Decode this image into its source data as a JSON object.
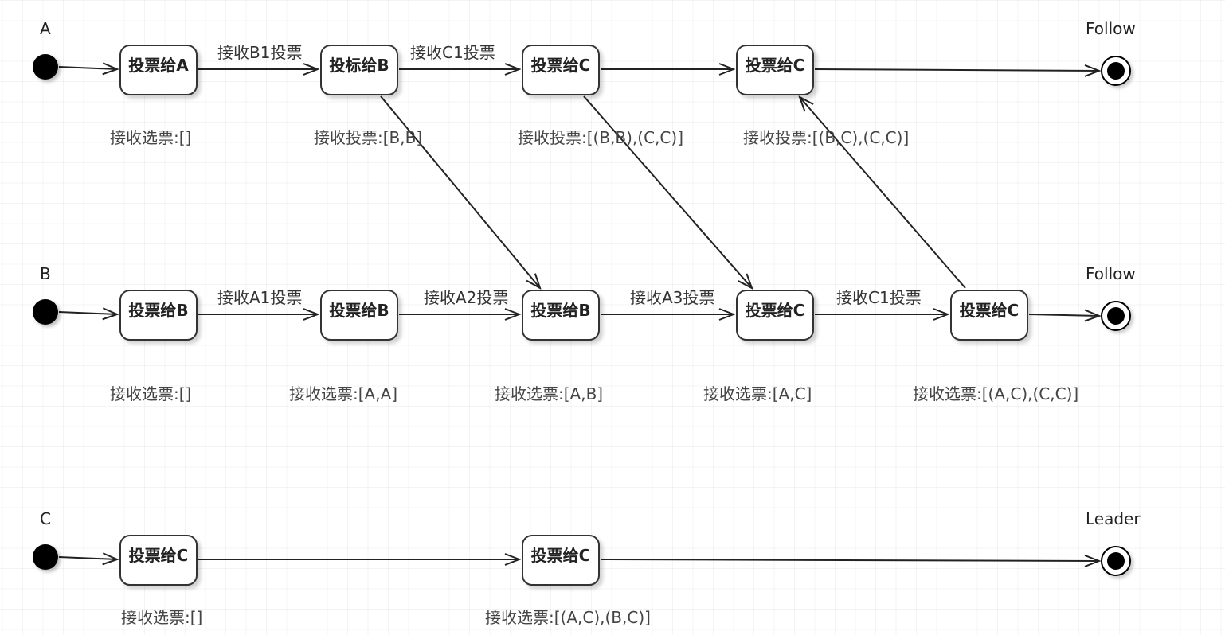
{
  "lanes": {
    "a": {
      "label": "A",
      "result": "Follow",
      "states": [
        "投票给A",
        "投标给B",
        "投票给C",
        "投票给C"
      ],
      "edges": [
        "接收B1投票",
        "接收C1投票"
      ],
      "notes": [
        "接收选票:[]",
        "接收投票:[B,B]",
        "接收投票:[(B,B),(C,C)]",
        "接收投票:[(B,C),(C,C)]"
      ]
    },
    "b": {
      "label": "B",
      "result": "Follow",
      "states": [
        "投票给B",
        "投票给B",
        "投票给B",
        "投票给C",
        "投票给C"
      ],
      "edges": [
        "接收A1投票",
        "接收A2投票",
        "接收A3投票",
        "接收C1投票"
      ],
      "notes": [
        "接收选票:[]",
        "接收选票:[A,A]",
        "接收选票:[A,B]",
        "接收选票:[A,C]",
        "接收选票:[(A,C),(C,C)]"
      ]
    },
    "c": {
      "label": "C",
      "result": "Leader",
      "states": [
        "投票给C",
        "投票给C"
      ],
      "notes": [
        "接收选票:[]",
        "接收选票:[(A,C),(B,C)]"
      ]
    }
  },
  "colors": {
    "stroke": "#333333",
    "grid": "#eeeeee"
  }
}
